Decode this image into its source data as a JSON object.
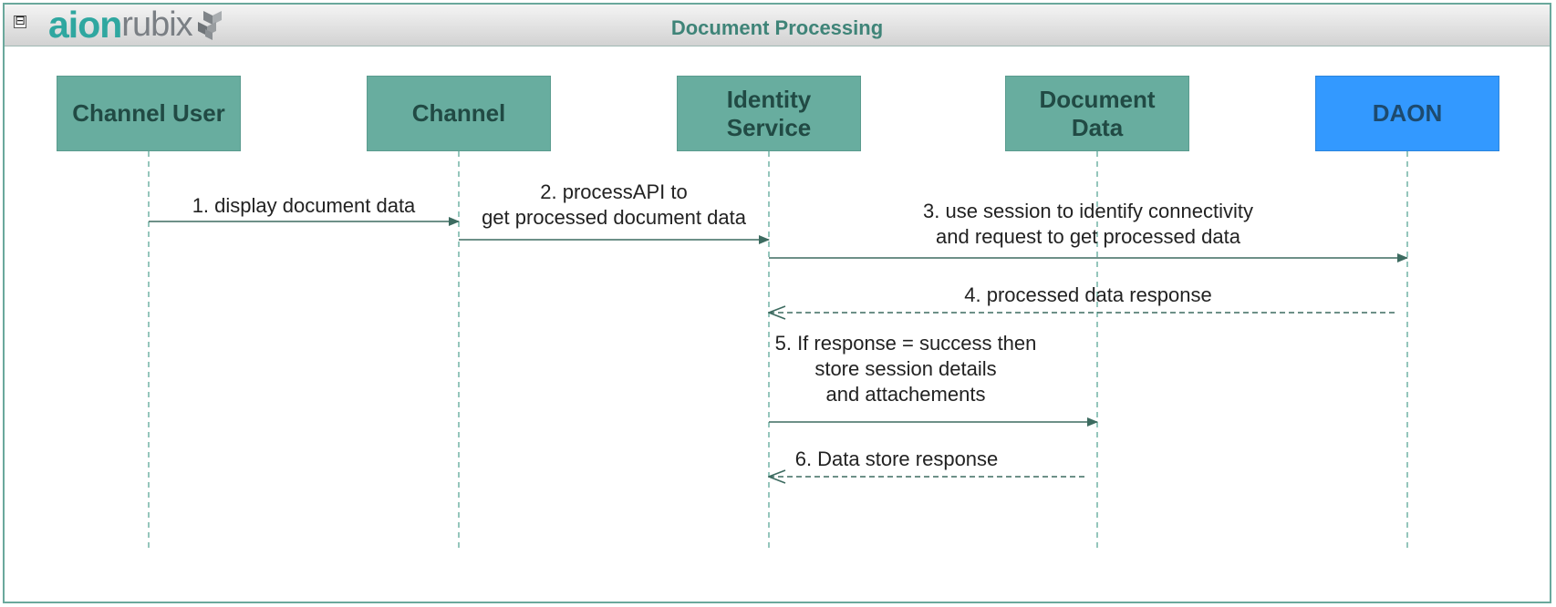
{
  "window": {
    "collapse_symbol": "⊟",
    "title": "Document Processing",
    "logo_text_primary": "aion",
    "logo_text_secondary": "rubix",
    "logo_icon": "cube-stack-icon"
  },
  "participants": [
    {
      "id": "channel-user",
      "label": "Channel User",
      "color": "#68ad9f"
    },
    {
      "id": "channel",
      "label": "Channel",
      "color": "#68ad9f"
    },
    {
      "id": "identity-service",
      "label": "Identity\nService",
      "color": "#68ad9f"
    },
    {
      "id": "document-data",
      "label": "Document\nData",
      "color": "#68ad9f"
    },
    {
      "id": "daon",
      "label": "DAON",
      "color": "#3399ff"
    }
  ],
  "messages": [
    {
      "from": "channel-user",
      "to": "channel",
      "kind": "sync",
      "label": "1. display document data"
    },
    {
      "from": "channel",
      "to": "identity-service",
      "kind": "sync",
      "label": "2. processAPI to\nget processed document data"
    },
    {
      "from": "identity-service",
      "to": "daon",
      "kind": "sync",
      "label": "3. use session to identify connectivity\nand request to get processed data"
    },
    {
      "from": "daon",
      "to": "identity-service",
      "kind": "return",
      "label": "4. processed data response"
    },
    {
      "from": "identity-service",
      "to": "document-data",
      "kind": "sync",
      "label": "5. If response = success then\nstore session details\nand attachements"
    },
    {
      "from": "document-data",
      "to": "identity-service",
      "kind": "return",
      "label": "6. Data store response"
    }
  ],
  "colors": {
    "accent": "#68ad9f",
    "line": "#3d6b60",
    "daon": "#3399ff",
    "frame_border": "#6aa89c"
  }
}
